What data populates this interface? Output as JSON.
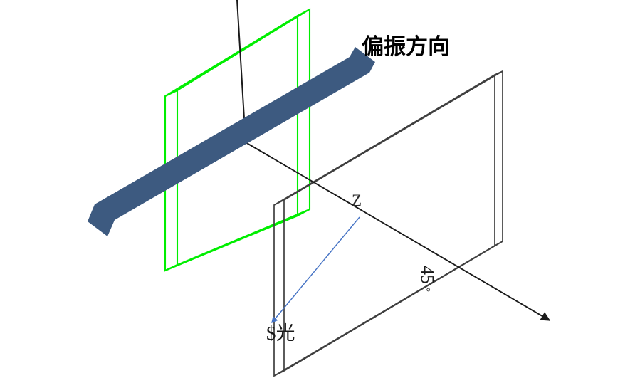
{
  "diagram": {
    "title": "偏振方向",
    "labels": {
      "polarization_direction": "偏振方向",
      "z_axis": "Z",
      "angle": "45",
      "angle_degree_symbol": "°",
      "light_source": "$光"
    },
    "colors": {
      "polarizer_plate": "#00ee00",
      "analyzer_plate": "#3f3f3f",
      "polarization_arrow": "#3d5a80",
      "light_ray_arrow": "#4472c4",
      "axis": "#1a1a1a",
      "background": "#ffffff"
    },
    "elements": [
      {
        "name": "green-polarizer-plate",
        "kind": "wireframe-slab",
        "color": "#00ee00",
        "description": "green rectangular wireframe plate, left/front"
      },
      {
        "name": "gray-analyzer-plate",
        "kind": "wireframe-slab",
        "color": "#3f3f3f",
        "description": "dark gray rectangular wireframe plate, right/back"
      },
      {
        "name": "vertical-axis",
        "kind": "line",
        "color": "#1a1a1a"
      },
      {
        "name": "z-axis",
        "kind": "arrow-line",
        "color": "#1a1a1a",
        "label": "Z"
      },
      {
        "name": "polarization-direction-arrow",
        "kind": "thick-arrow",
        "color": "#3d5a80",
        "label": "偏振方向"
      },
      {
        "name": "light-ray-arrow",
        "kind": "thin-arrow",
        "color": "#4472c4",
        "label": "$光"
      },
      {
        "name": "angle-annotation",
        "kind": "text",
        "value": "45°"
      }
    ]
  }
}
